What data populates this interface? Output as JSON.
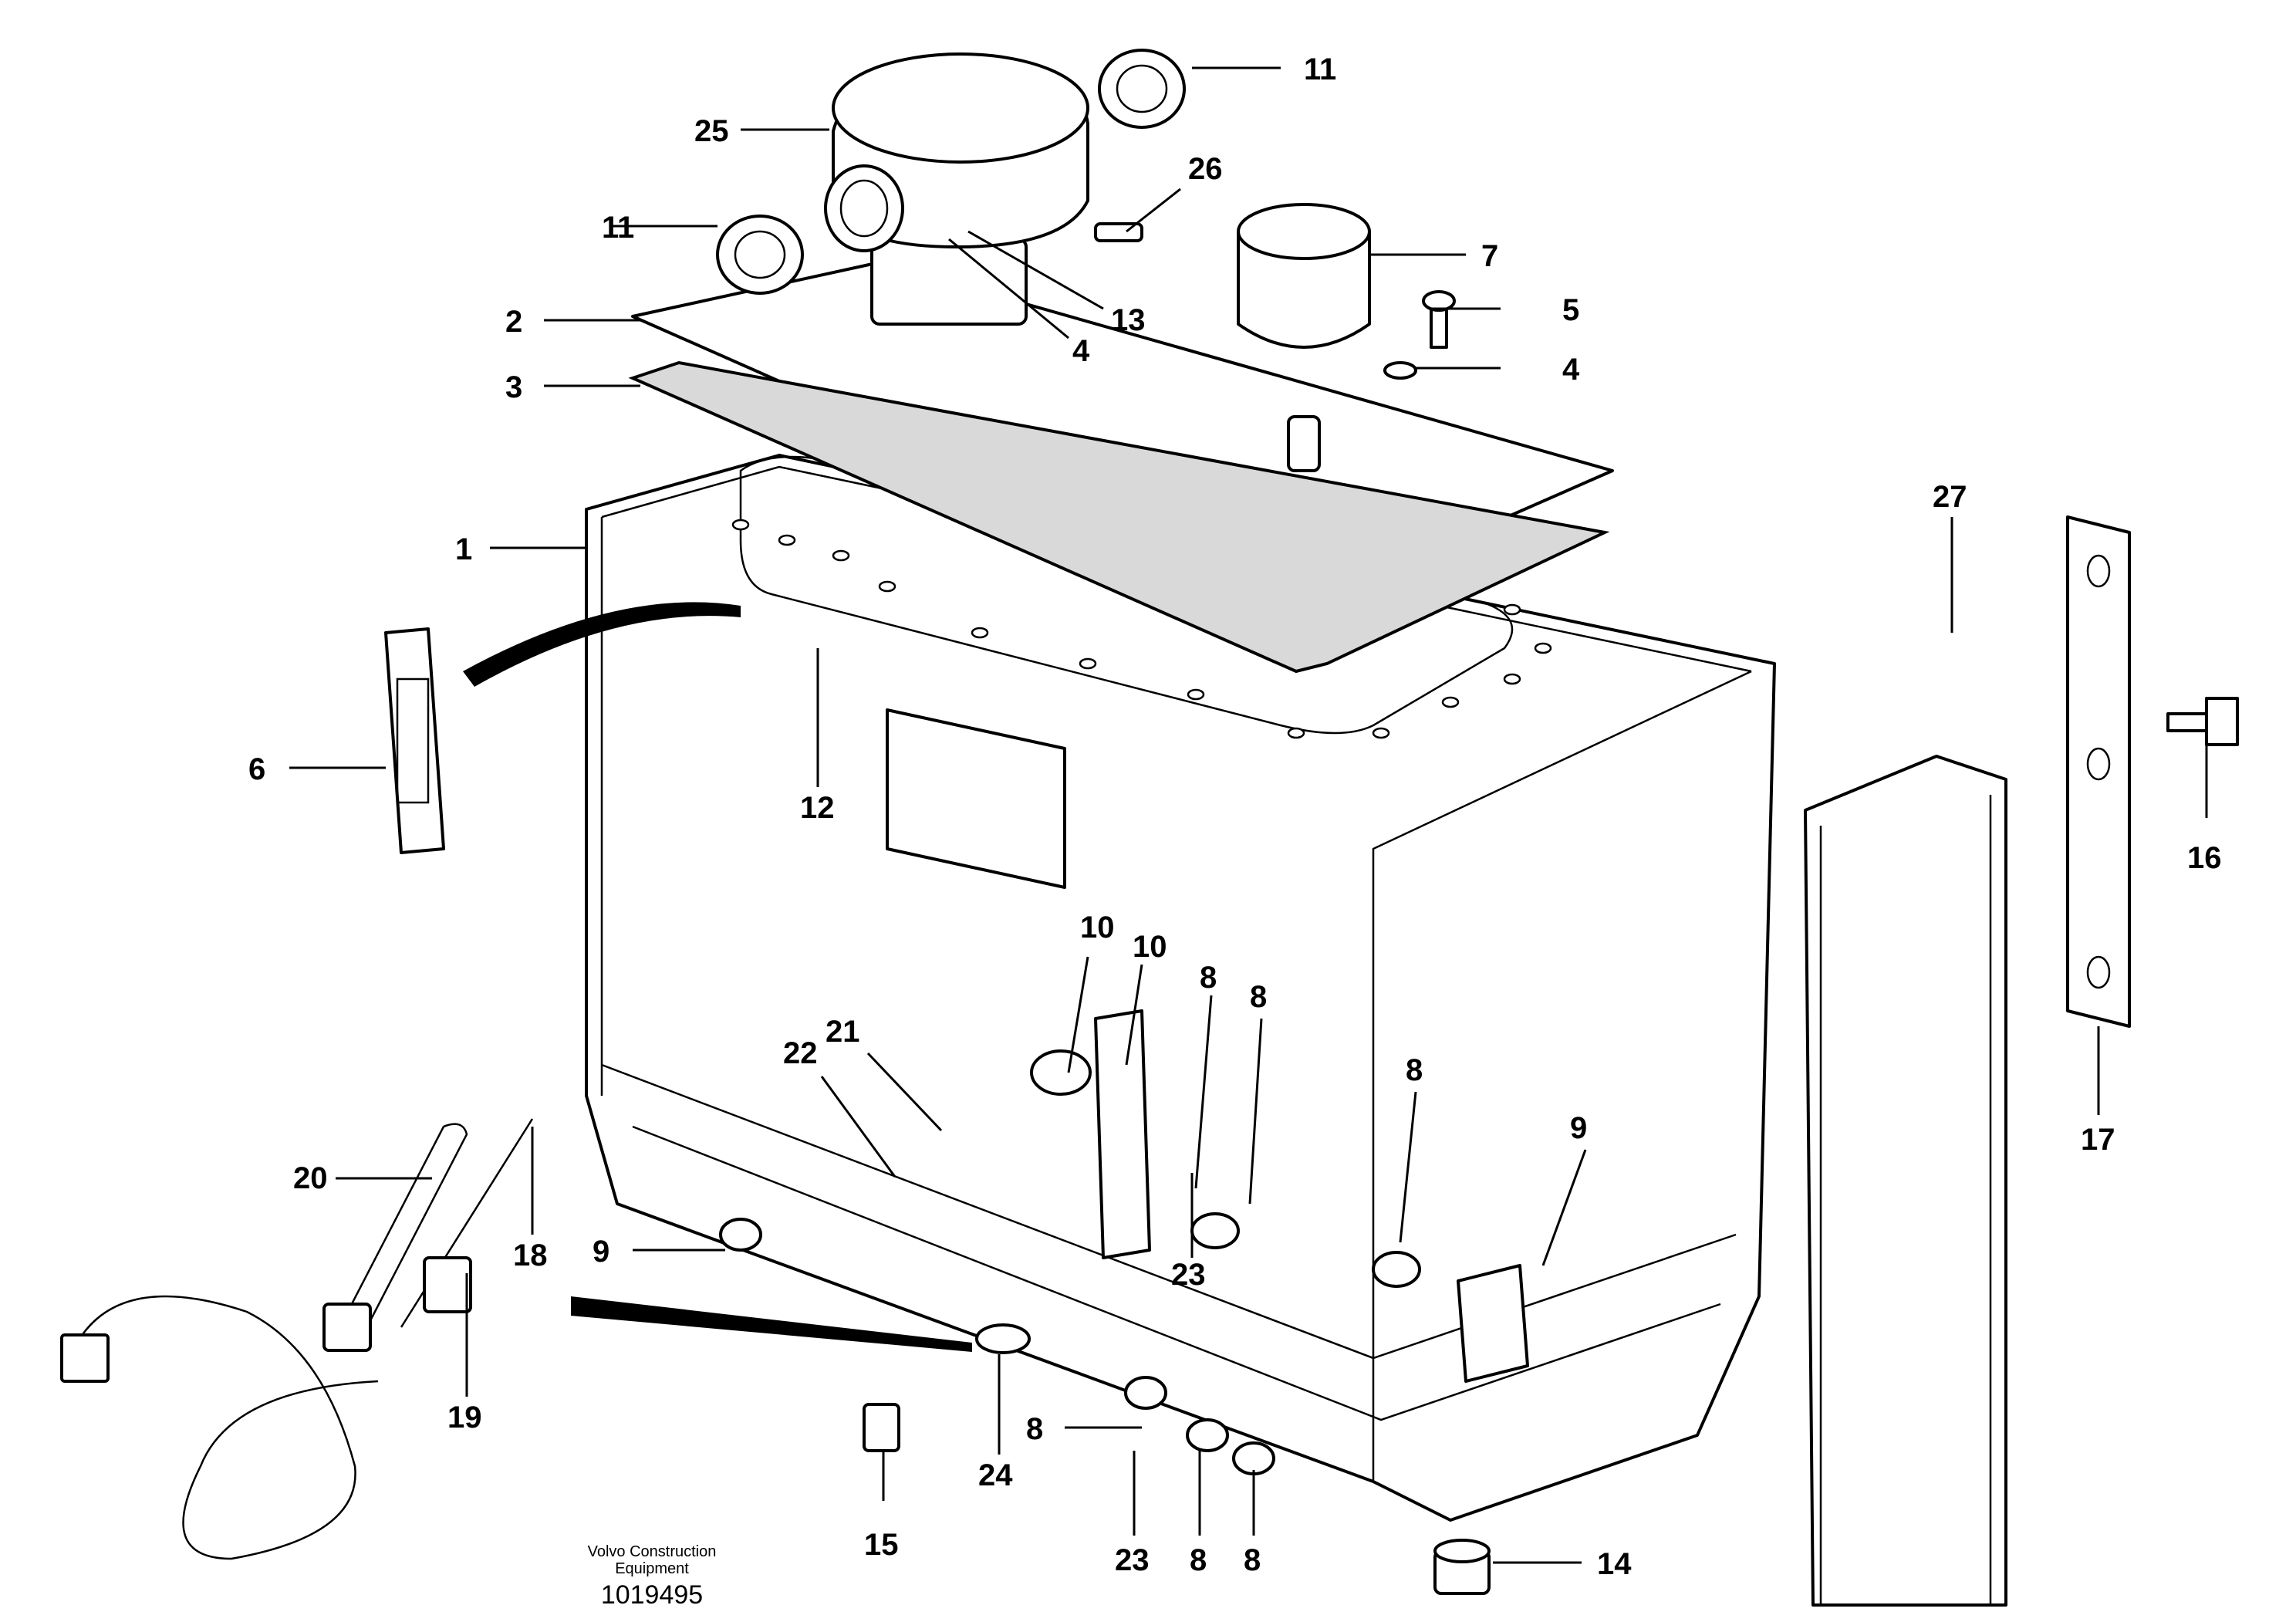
{
  "footer": {
    "company_line1": "Volvo Construction",
    "company_line2": "Equipment",
    "drawing_number": "1019495"
  },
  "callouts": [
    {
      "id": "c-11a",
      "label": "11"
    },
    {
      "id": "c-25",
      "label": "25"
    },
    {
      "id": "c-26",
      "label": "26"
    },
    {
      "id": "c-11b",
      "label": "11"
    },
    {
      "id": "c-7",
      "label": "7"
    },
    {
      "id": "c-2",
      "label": "2"
    },
    {
      "id": "c-13",
      "label": "13"
    },
    {
      "id": "c-4a",
      "label": "4"
    },
    {
      "id": "c-5",
      "label": "5"
    },
    {
      "id": "c-3",
      "label": "3"
    },
    {
      "id": "c-4b",
      "label": "4"
    },
    {
      "id": "c-27",
      "label": "27"
    },
    {
      "id": "c-1",
      "label": "1"
    },
    {
      "id": "c-6",
      "label": "6"
    },
    {
      "id": "c-12",
      "label": "12"
    },
    {
      "id": "c-16",
      "label": "16"
    },
    {
      "id": "c-10a",
      "label": "10"
    },
    {
      "id": "c-10b",
      "label": "10"
    },
    {
      "id": "c-8a",
      "label": "8"
    },
    {
      "id": "c-8b",
      "label": "8"
    },
    {
      "id": "c-21",
      "label": "21"
    },
    {
      "id": "c-22",
      "label": "22"
    },
    {
      "id": "c-8c",
      "label": "8"
    },
    {
      "id": "c-17",
      "label": "17"
    },
    {
      "id": "c-9a",
      "label": "9"
    },
    {
      "id": "c-20",
      "label": "20"
    },
    {
      "id": "c-23a",
      "label": "23"
    },
    {
      "id": "c-18",
      "label": "18"
    },
    {
      "id": "c-9b",
      "label": "9"
    },
    {
      "id": "c-19",
      "label": "19"
    },
    {
      "id": "c-24",
      "label": "24"
    },
    {
      "id": "c-8d",
      "label": "8"
    },
    {
      "id": "c-15",
      "label": "15"
    },
    {
      "id": "c-14",
      "label": "14"
    },
    {
      "id": "c-23b",
      "label": "23"
    },
    {
      "id": "c-8e",
      "label": "8"
    },
    {
      "id": "c-8f",
      "label": "8"
    }
  ]
}
